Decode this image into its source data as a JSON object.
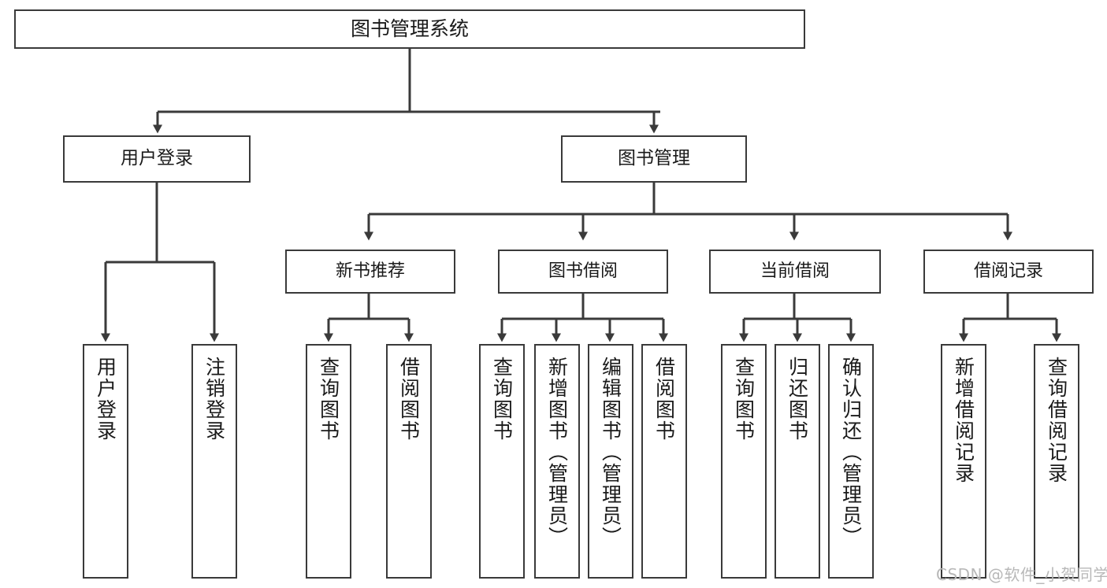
{
  "diagram": {
    "title": "图书管理系统",
    "watermark": "CSDN @软件_小贺同学",
    "line_color": "#3a3a3a",
    "text_color": "#1a1a1a",
    "background": "#ffffff"
  },
  "nodes": {
    "root": {
      "label": "图书管理系统"
    },
    "level2": [
      {
        "label": "用户登录"
      },
      {
        "label": "图书管理"
      }
    ],
    "level3": [
      {
        "label": "新书推荐"
      },
      {
        "label": "图书借阅"
      },
      {
        "label": "当前借阅"
      },
      {
        "label": "借阅记录"
      }
    ],
    "leaves": {
      "user_login": [
        {
          "label": "用户登录"
        },
        {
          "label": "注销登录"
        }
      ],
      "new_book_recommend": [
        {
          "label": "查询图书"
        },
        {
          "label": "借阅图书"
        }
      ],
      "book_borrow": [
        {
          "label": "查询图书"
        },
        {
          "label": "新增图书（管理员）"
        },
        {
          "label": "编辑图书（管理员）"
        },
        {
          "label": "借阅图书"
        }
      ],
      "current_borrow": [
        {
          "label": "查询图书"
        },
        {
          "label": "归还图书"
        },
        {
          "label": "确认归还（管理员）"
        }
      ],
      "borrow_record": [
        {
          "label": "新增借阅记录"
        },
        {
          "label": "查询借阅记录"
        }
      ]
    }
  }
}
